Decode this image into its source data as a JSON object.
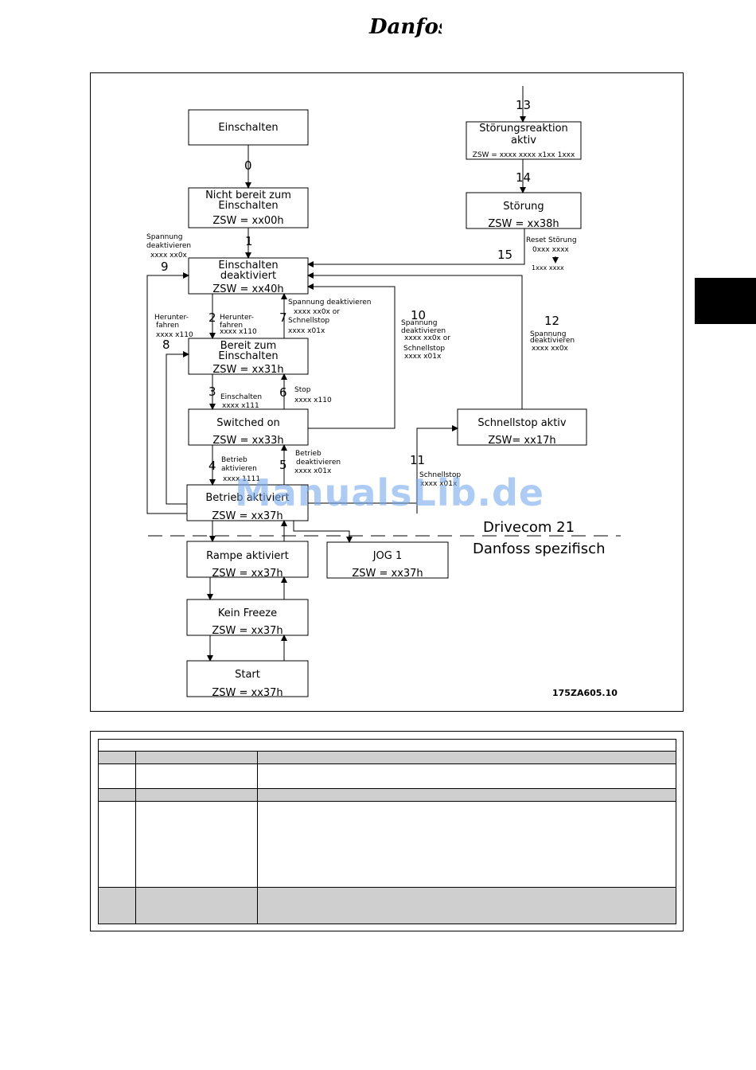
{
  "logo": {
    "text": "Danfoss"
  },
  "diagram": {
    "states": {
      "einschalten": "Einschalten",
      "nicht_bereit_1": "Nicht bereit zum",
      "nicht_bereit_2": "Einschalten",
      "nicht_bereit_zsw": "ZSW = xx00h",
      "deakt_1": "Einschalten",
      "deakt_2": "deaktiviert",
      "deakt_zsw": "ZSW = xx40h",
      "bereit_1": "Bereit zum",
      "bereit_2": "Einschalten",
      "bereit_zsw": "ZSW = xx31h",
      "switched": "Switched on",
      "switched_zsw": "ZSW = xx33h",
      "betrieb": "Betrieb aktiviert",
      "betrieb_zsw": "ZSW = xx37h",
      "rampe": "Rampe aktiviert",
      "rampe_zsw": "ZSW = xx37h",
      "kein_freeze": "Kein Freeze",
      "kein_freeze_zsw": "ZSW = xx37h",
      "start": "Start",
      "start_zsw": "ZSW = xx37h",
      "jog": "JOG 1",
      "jog_zsw": "ZSW = xx37h",
      "stoerreakt_1": "Störungsreaktion",
      "stoerreakt_2": "aktiv",
      "stoerreakt_zsw": "ZSW = xxxx xxxx x1xx 1xxx",
      "stoerung": "Störung",
      "stoerung_zsw": "ZSW = xx38h",
      "schnellstop": "Schnellstop aktiv",
      "schnellstop_zsw": "ZSW= xx17h"
    },
    "transitions": {
      "t0": "0",
      "t1": "1",
      "t2": "2",
      "t3": "3",
      "t4": "4",
      "t5": "5",
      "t6": "6",
      "t7": "7",
      "t8": "8",
      "t9": "9",
      "t10": "10",
      "t11": "11",
      "t12": "12",
      "t13": "13",
      "t14": "14",
      "t15": "15"
    },
    "annotations": {
      "a9_1": "Spannung",
      "a9_2": "deaktivieren",
      "a9_3": "xxxx xx0x",
      "a8_1": "Herunter-",
      "a8_2": "fahren",
      "a8_3": "xxxx x110",
      "a2_1": "Herunter-",
      "a2_2": "fahren",
      "a2_3": "xxxx x110",
      "a7_1": "Spannung deaktivieren",
      "a7_2": "xxxx xx0x or",
      "a7_3": "Schnellstop",
      "a7_4": "xxxx x01x",
      "a10_1": "Spannung",
      "a10_2": "deaktivieren",
      "a10_3": "xxxx xx0x or",
      "a10_4": "Schnellstop",
      "a10_5": "xxxx x01x",
      "a12_1": "Spannung",
      "a12_2": "deaktivieren",
      "a12_3": "xxxx xx0x",
      "a15_1": "Reset Störung",
      "a15_2": "0xxx xxxx",
      "a15_3": "1xxx xxxx",
      "a3_1": "Einschalten",
      "a3_2": "xxxx x111",
      "a6_1": "Stop",
      "a6_2": "xxxx x110",
      "a4_1": "Betrieb",
      "a4_2": "aktivieren",
      "a4_3": "xxxx 1111",
      "a5_1": "Betrieb",
      "a5_2": "deaktivieren",
      "a5_3": "xxxx x01x",
      "a11_1": "Schnellstop",
      "a11_2": "xxxx x01x"
    },
    "divider": {
      "top": "Drivecom 21",
      "bottom": "Danfoss spezifisch"
    },
    "figure_id": "175ZA605.10"
  },
  "watermark": "ManualsLib.de"
}
